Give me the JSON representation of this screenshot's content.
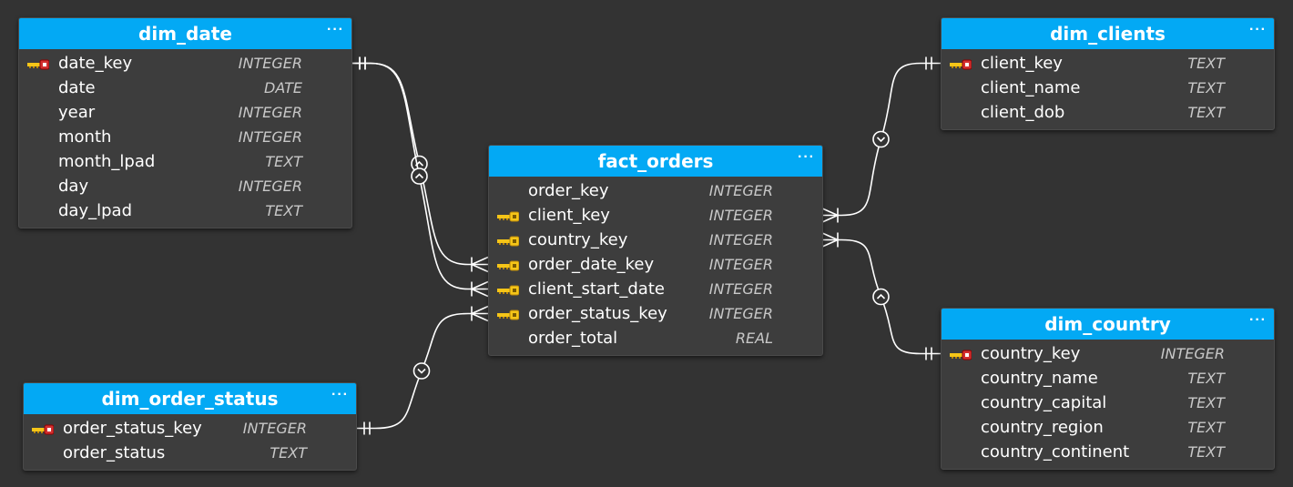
{
  "tables": [
    {
      "id": "dim_date",
      "name": "dim_date",
      "menu": "···",
      "columns": [
        {
          "name": "date_key",
          "type": "INTEGER",
          "key": "primary"
        },
        {
          "name": "date",
          "type": "DATE",
          "key": "none"
        },
        {
          "name": "year",
          "type": "INTEGER",
          "key": "none"
        },
        {
          "name": "month",
          "type": "INTEGER",
          "key": "none"
        },
        {
          "name": "month_lpad",
          "type": "TEXT",
          "key": "none"
        },
        {
          "name": "day",
          "type": "INTEGER",
          "key": "none"
        },
        {
          "name": "day_lpad",
          "type": "TEXT",
          "key": "none"
        }
      ]
    },
    {
      "id": "dim_order_status",
      "name": "dim_order_status",
      "menu": "···",
      "columns": [
        {
          "name": "order_status_key",
          "type": "INTEGER",
          "key": "primary"
        },
        {
          "name": "order_status",
          "type": "TEXT",
          "key": "none"
        }
      ]
    },
    {
      "id": "fact_orders",
      "name": "fact_orders",
      "menu": "···",
      "columns": [
        {
          "name": "order_key",
          "type": "INTEGER",
          "key": "none"
        },
        {
          "name": "client_key",
          "type": "INTEGER",
          "key": "foreign"
        },
        {
          "name": "country_key",
          "type": "INTEGER",
          "key": "foreign"
        },
        {
          "name": "order_date_key",
          "type": "INTEGER",
          "key": "foreign"
        },
        {
          "name": "client_start_date",
          "type": "INTEGER",
          "key": "foreign"
        },
        {
          "name": "order_status_key",
          "type": "INTEGER",
          "key": "foreign"
        },
        {
          "name": "order_total",
          "type": "REAL",
          "key": "none"
        }
      ]
    },
    {
      "id": "dim_clients",
      "name": "dim_clients",
      "menu": "···",
      "columns": [
        {
          "name": "client_key",
          "type": "TEXT",
          "key": "primary"
        },
        {
          "name": "client_name",
          "type": "TEXT",
          "key": "none"
        },
        {
          "name": "client_dob",
          "type": "TEXT",
          "key": "none"
        }
      ]
    },
    {
      "id": "dim_country",
      "name": "dim_country",
      "menu": "···",
      "columns": [
        {
          "name": "country_key",
          "type": "INTEGER",
          "key": "primary"
        },
        {
          "name": "country_name",
          "type": "TEXT",
          "key": "none"
        },
        {
          "name": "country_capital",
          "type": "TEXT",
          "key": "none"
        },
        {
          "name": "country_region",
          "type": "TEXT",
          "key": "none"
        },
        {
          "name": "country_continent",
          "type": "TEXT",
          "key": "none"
        }
      ]
    }
  ],
  "relationships": [
    {
      "from_table": "dim_date",
      "from_column": "date_key",
      "from_cardinality": "one",
      "to_table": "fact_orders",
      "to_column": "order_date_key",
      "to_cardinality": "many"
    },
    {
      "from_table": "dim_date",
      "from_column": "date_key",
      "from_cardinality": "one",
      "to_table": "fact_orders",
      "to_column": "client_start_date",
      "to_cardinality": "many"
    },
    {
      "from_table": "dim_order_status",
      "from_column": "order_status_key",
      "from_cardinality": "one",
      "to_table": "fact_orders",
      "to_column": "order_status_key",
      "to_cardinality": "many"
    },
    {
      "from_table": "dim_clients",
      "from_column": "client_key",
      "from_cardinality": "one",
      "to_table": "fact_orders",
      "to_column": "client_key",
      "to_cardinality": "many"
    },
    {
      "from_table": "dim_country",
      "from_column": "country_key",
      "from_cardinality": "one",
      "to_table": "fact_orders",
      "to_column": "country_key",
      "to_cardinality": "many"
    }
  ],
  "colors": {
    "canvas_background": "#333333",
    "table_header": "#03a9f4",
    "table_body": "#3d3d3d",
    "text": "#ffffff",
    "type_text": "#c8c8c8",
    "primary_key_icon": "#d32f2f",
    "foreign_key_icon": "#f5c518",
    "connector": "#ffffff"
  },
  "icons": {
    "primary_key": "primary-key-icon",
    "foreign_key": "foreign-key-icon",
    "table_menu": "ellipsis-icon"
  }
}
